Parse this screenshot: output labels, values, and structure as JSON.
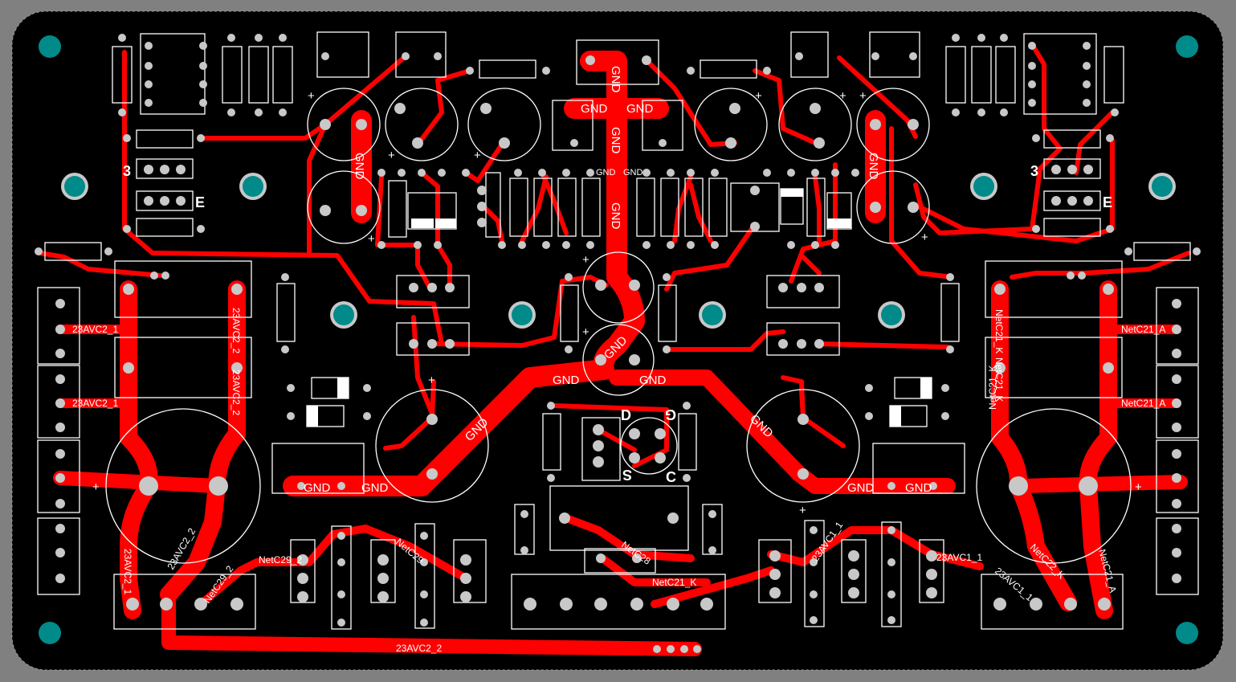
{
  "net_labels": {
    "gnd": "GND",
    "avc2_1": "23AVC2_1",
    "avc2_2": "23AVC2_2",
    "avc1_1": "23AVC1_1",
    "netc21_a": "NetC21_A",
    "netc21_k": "NetC21_K",
    "netc29": "NetC29_2",
    "netc29_short": "NetC29",
    "netc28": "NetC28",
    "netc22_k": "NetC22_K"
  },
  "pin_marks": {
    "d": "D",
    "g": "G",
    "s": "S",
    "c": "C",
    "e": "E",
    "three": "3",
    "plus": "+"
  },
  "colors": {
    "board": "#000000",
    "copper": "#ff0000",
    "silkscreen": "#ffffff",
    "via": "#008a8a",
    "pad": "#c8c8c8",
    "background": "#808080"
  }
}
